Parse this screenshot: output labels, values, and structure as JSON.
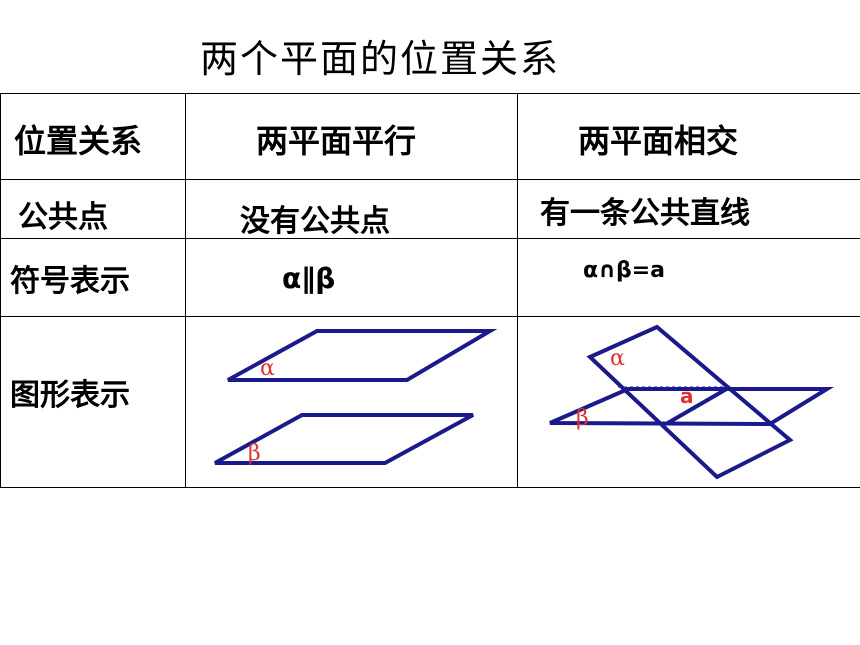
{
  "title": "两个平面的位置关系",
  "table": {
    "headers": [
      "位置关系",
      "两平面平行",
      "两平面相交"
    ],
    "rows": [
      {
        "label": "公共点",
        "parallel": "没有公共点",
        "intersect": "有一条公共直线"
      },
      {
        "label": "符号表示",
        "parallel": "α∥β",
        "intersect": "α∩β=a"
      },
      {
        "label": "图形表示"
      }
    ]
  },
  "figures": {
    "parallel": {
      "top_plane": "α",
      "bottom_plane": "β"
    },
    "intersect": {
      "plane_1": "α",
      "plane_2": "β",
      "line": "a"
    }
  },
  "colors": {
    "line": "#1a1a8c",
    "label": "#e03030",
    "border": "#000000"
  }
}
